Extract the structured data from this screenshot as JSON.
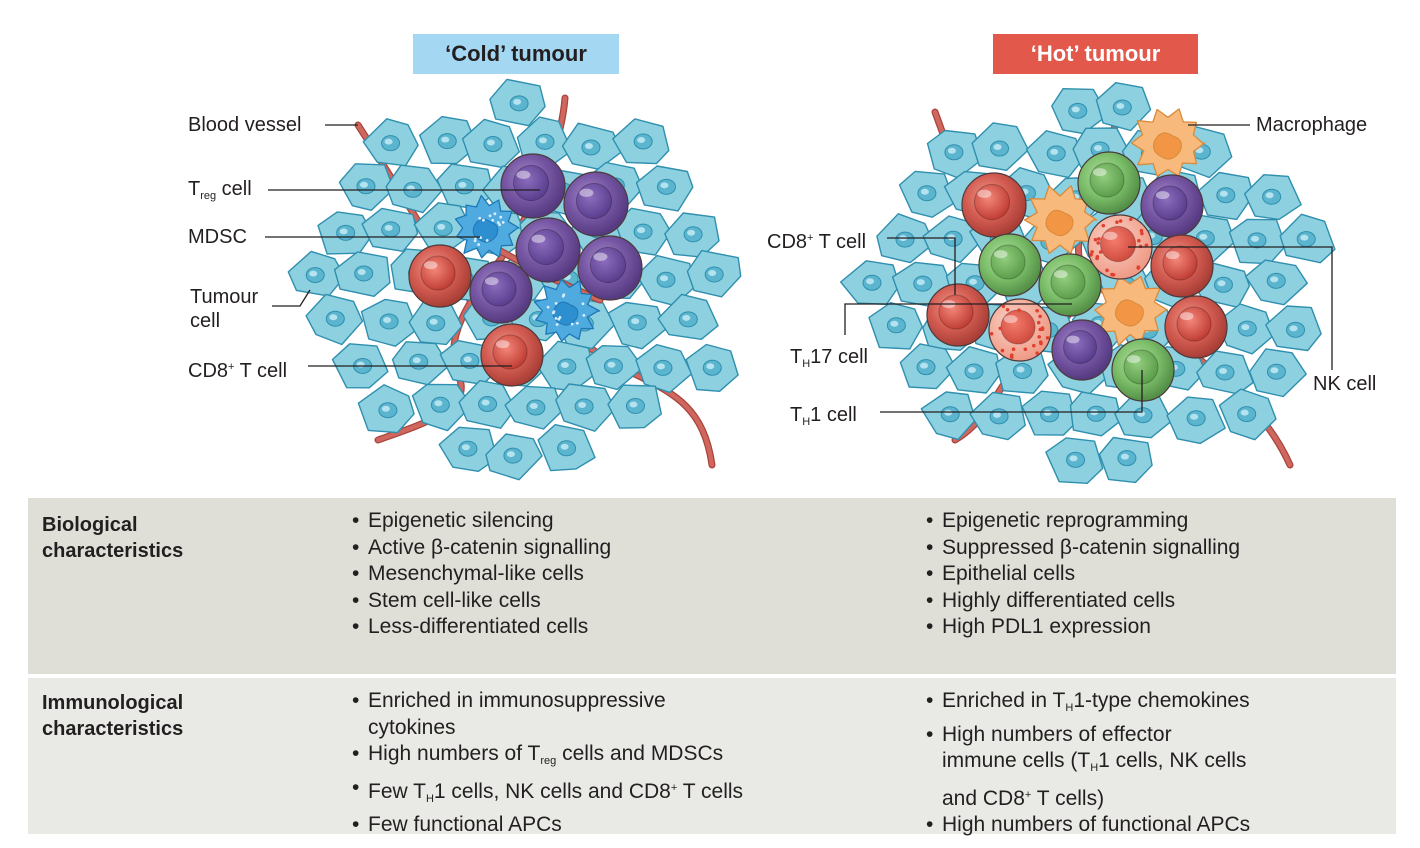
{
  "headers": {
    "cold": "‘Cold’ tumour",
    "hot": "‘Hot’ tumour"
  },
  "cold_labels": {
    "blood_vessel": "Blood vessel",
    "treg_T": "T",
    "treg_sub": "reg",
    "treg_rest": " cell",
    "mdsc": "MDSC",
    "tumour_line1": "Tumour",
    "tumour_line2": "cell",
    "cd8_pre": "CD8",
    "cd8_sup": "+",
    "cd8_rest": " T cell"
  },
  "hot_labels": {
    "macrophage": "Macrophage",
    "cd8_pre": "CD8",
    "cd8_sup": "+",
    "cd8_rest": " T cell",
    "th17_T": "T",
    "th17_sub": "H",
    "th17_rest": "17 cell",
    "th1_T": "T",
    "th1_sub": "H",
    "th1_rest": "1 cell",
    "nk": "NK cell"
  },
  "table": {
    "bio": {
      "header_line1": "Biological",
      "header_line2": "characteristics",
      "cold": [
        "Epigenetic silencing",
        "Active β-catenin signalling",
        "Mesenchymal-like cells",
        "Stem cell-like cells",
        "Less-differentiated cells"
      ],
      "hot": [
        "Epigenetic reprogramming",
        "Suppressed β-catenin signalling",
        "Epithelial cells",
        "Highly differentiated cells",
        "High PDL1 expression"
      ]
    },
    "immuno": {
      "header_line1": "Immunological",
      "header_line2": "characteristics",
      "cold": {
        "i1a": "Enriched in immunosuppressive",
        "i1b": "cytokines",
        "i2_pre": "High numbers of T",
        "i2_sub": "reg",
        "i2_post": " cells and MDSCs",
        "i3_pre": "Few T",
        "i3_sub": "H",
        "i3_mid": "1 cells, NK cells and CD8",
        "i3_sup": "+",
        "i3_post": " T cells",
        "i4": "Few functional APCs"
      },
      "hot": {
        "i1_pre": "Enriched in T",
        "i1_sub": "H",
        "i1_post": "1-type chemokines",
        "i2a": "High numbers of effector",
        "i2b_pre": "immune cells (T",
        "i2b_sub": "H",
        "i2b_post": "1 cells, NK cells",
        "i2c_pre": "and CD8",
        "i2c_sup": "+",
        "i2c_post": " T cells)",
        "i3": "High numbers of functional APCs"
      }
    }
  },
  "colors": {
    "tumour_cell": "#8dd0e0",
    "tumour_nucleus": "#5bb5cf",
    "blood_vessel": "#d0675f",
    "cd8_t_cell": "#d35c52",
    "treg_cell": "#7656a3",
    "mdsc": "#4eaadf",
    "th1_cell": "#7cbf6a",
    "macrophage": "#f7b97c",
    "nk_cell": "#f09a86",
    "cold_header": "#a4d8f2",
    "hot_header": "#e2584a"
  }
}
